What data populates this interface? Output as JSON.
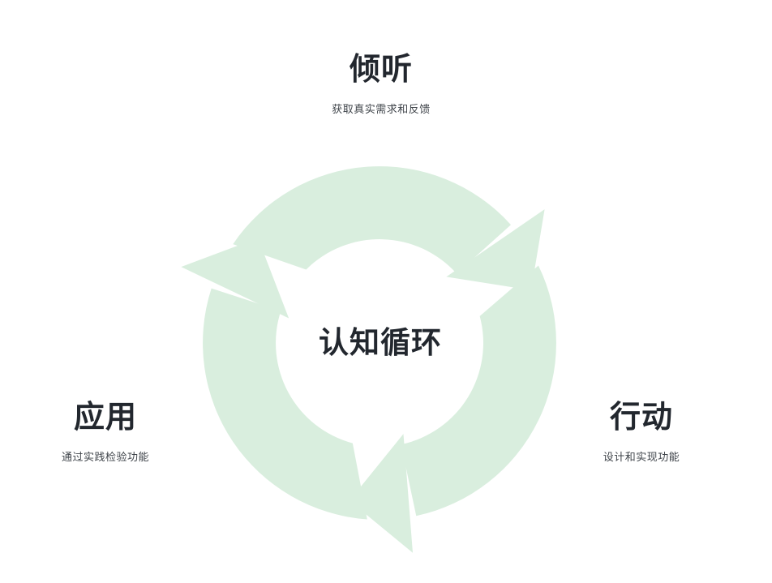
{
  "cycle": {
    "center_label": "认知循环",
    "nodes": [
      {
        "id": "listen",
        "position": "top",
        "title": "倾听",
        "description": "获取真实需求和反馈"
      },
      {
        "id": "act",
        "position": "right",
        "title": "行动",
        "description": "设计和实现功能"
      },
      {
        "id": "apply",
        "position": "left",
        "title": "应用",
        "description": "通过实践检验功能"
      }
    ]
  },
  "colors": {
    "background": "#ffffff",
    "arrow_green": "#d9eede",
    "title_text": "#22272e",
    "description_text": "#3f444a"
  }
}
